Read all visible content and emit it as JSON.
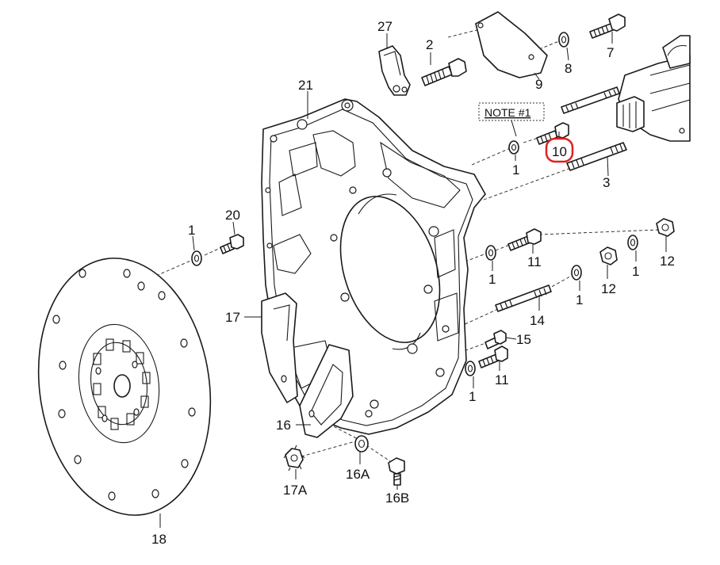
{
  "diagram": {
    "note_label": "NOTE #1",
    "highlight_color": "#e02020",
    "callouts": {
      "c27": "27",
      "c2": "2",
      "c9": "9",
      "c8": "8",
      "c7": "7",
      "c21": "21",
      "c10": "10",
      "c1_top": "1",
      "c3": "3",
      "c20": "20",
      "c1_flange": "1",
      "c11_a": "11",
      "c1_a": "1",
      "c12_a": "12",
      "c1_b": "1",
      "c12_b": "12",
      "c1_c": "1",
      "c14": "14",
      "c17": "17",
      "c15": "15",
      "c11_b": "11",
      "c1_d": "1",
      "c16": "16",
      "c16a": "16A",
      "c17a": "17A",
      "c16b": "16B",
      "c18": "18"
    }
  }
}
